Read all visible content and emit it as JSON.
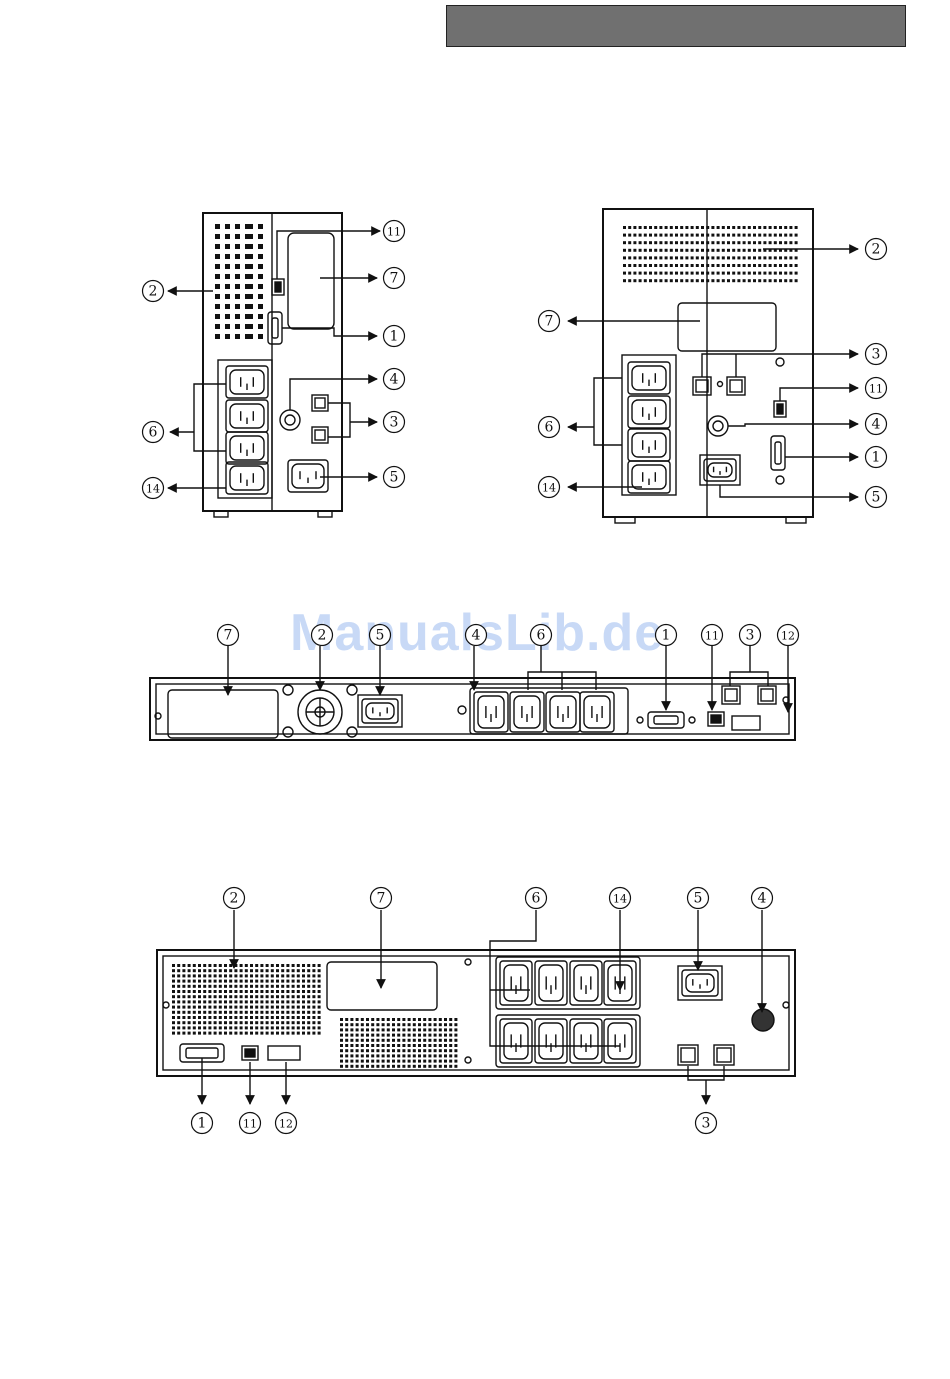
{
  "watermark": "ManualsLib.de",
  "callout_labels": {
    "n1": "1",
    "n2": "2",
    "n3": "3",
    "n4": "4",
    "n5": "5",
    "n6": "6",
    "n7": "7",
    "n11": "11",
    "n12": "12",
    "n14": "14"
  },
  "figures": [
    {
      "id": "tower-small",
      "callouts": [
        "11",
        "7",
        "2",
        "1",
        "4",
        "3",
        "6",
        "14",
        "5"
      ]
    },
    {
      "id": "tower-large",
      "callouts": [
        "2",
        "7",
        "3",
        "11",
        "6",
        "4",
        "1",
        "14",
        "5"
      ]
    },
    {
      "id": "rack-1u",
      "callouts": [
        "7",
        "2",
        "5",
        "4",
        "6",
        "1",
        "11",
        "3",
        "12"
      ]
    },
    {
      "id": "rack-2u",
      "callouts": [
        "2",
        "7",
        "6",
        "14",
        "5",
        "4",
        "1",
        "11",
        "12",
        "3"
      ]
    }
  ]
}
